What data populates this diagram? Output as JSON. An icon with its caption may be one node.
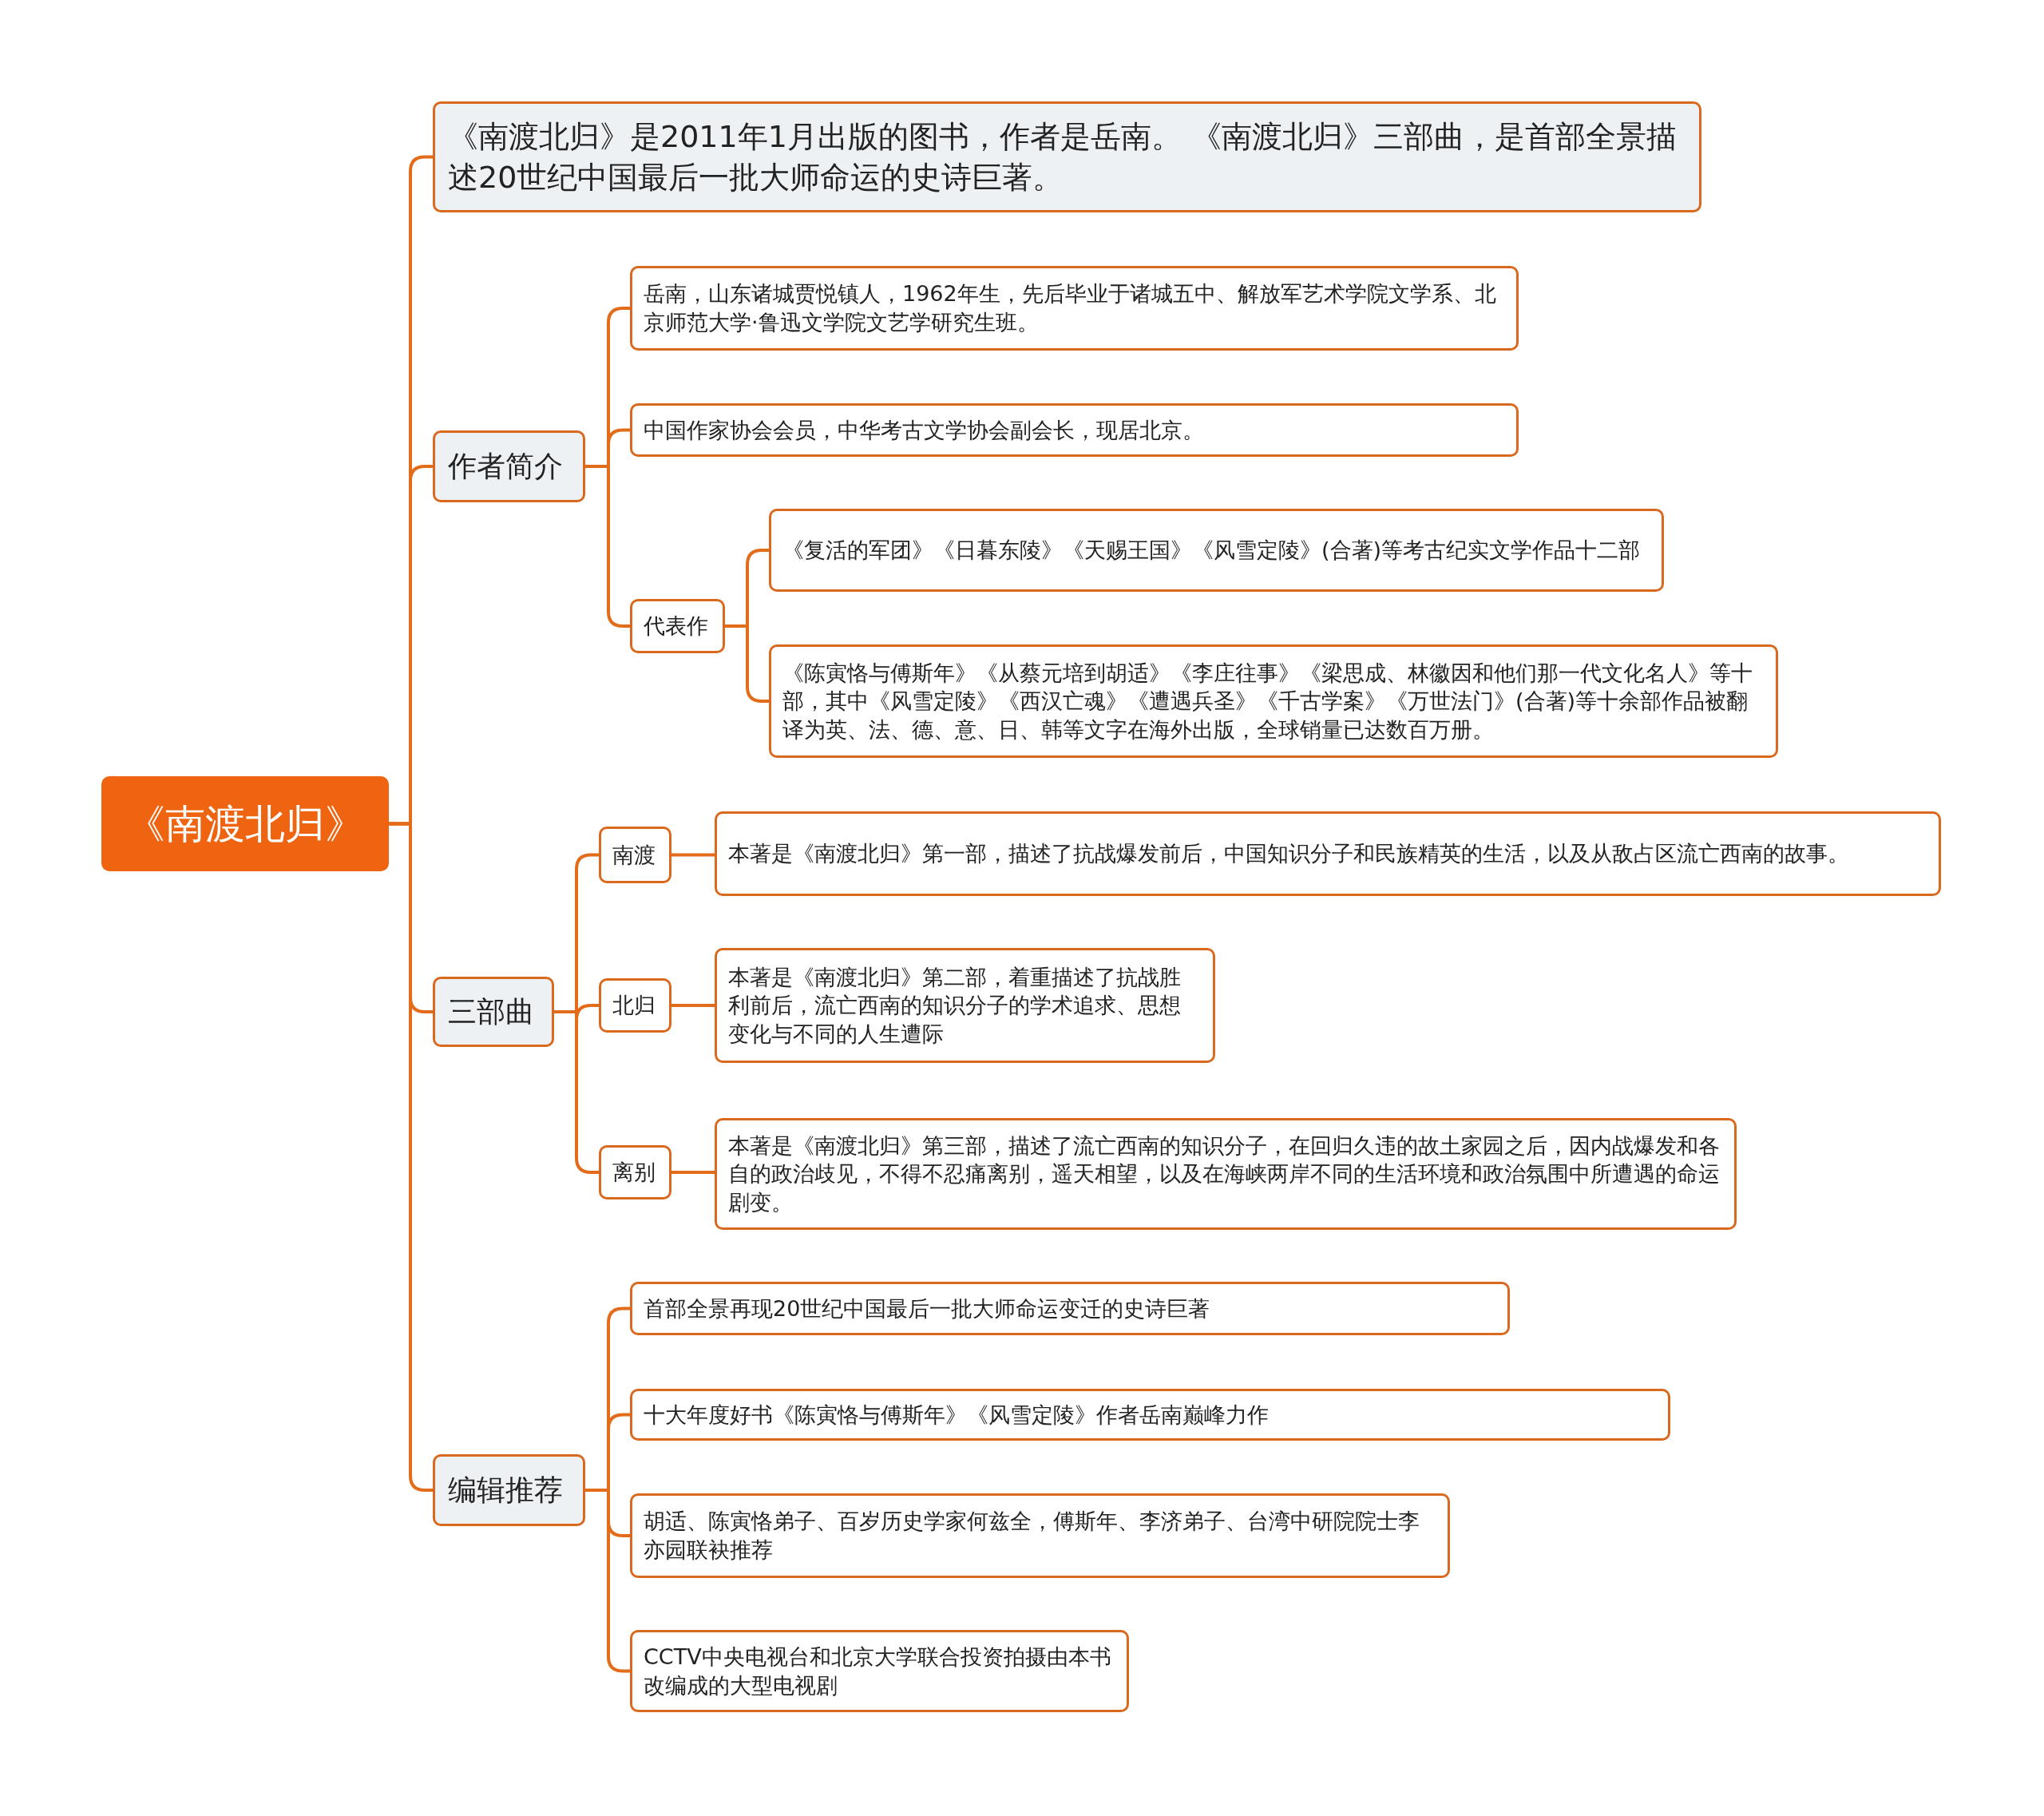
{
  "diagram": {
    "nodes": [
      {
        "text": [
          "《南渡北归》"
        ]
      },
      {
        "text": [
          "《南渡北归》是2011年1月出版的图书，作者是岳南。 《南渡北归》三部曲，是首部全景描述20世纪中国最后一批大师命运的史诗巨著。"
        ]
      },
      {
        "text": [
          "作者简介"
        ]
      },
      {
        "text": [
          "岳南，山东诸城贾悦镇人，1962年生，先后毕业于诸城五中、解放军艺术学院文学系、北京师范大学·鲁迅文学院文艺学研究生班。"
        ]
      },
      {
        "text": [
          "中国作家协会会员，中华考古文学协会副会长，现居北京。"
        ]
      },
      {
        "text": [
          "代表作"
        ]
      },
      {
        "text": [
          "《复活的军团》《日暮东陵》《天赐王国》《风雪定陵》(合著)等考古纪实文学作品十二部"
        ]
      },
      {
        "text": [
          "《陈寅恪与傅斯年》《从蔡元培到胡适》《李庄往事》《梁思成、林徽因和他们那一代文化名人》等十部，其中《风雪定陵》《西汉亡魂》《遭遇兵圣》《千古学案》《万世法门》(合著)等十余部作品被翻译为英、法、德、意、日、韩等文字在海外出版，全球销量已达数百万册。"
        ]
      },
      {
        "text": [
          "三部曲"
        ]
      },
      {
        "text": [
          "南渡"
        ]
      },
      {
        "text": [
          "本著是《南渡北归》第一部，描述了抗战爆发前后，中国知识分子和民族精英的生活，以及从敌占区流亡西南的故事。"
        ]
      },
      {
        "text": [
          "北归"
        ]
      },
      {
        "text": [
          "本著是《南渡北归》第二部，着重描述了抗战胜利前后，流亡西南的知识分子的学术追求、思想变化与不同的人生遭际"
        ]
      },
      {
        "text": [
          "离别"
        ]
      },
      {
        "text": [
          "本著是《南渡北归》第三部，描述了流亡西南的知识分子，在回归久违的故土家园之后，因内战爆发和各自的政治歧见，不得不忍痛离别，遥天相望，以及在海峡两岸不同的生活环境和政治氛围中所遭遇的命运剧变。"
        ]
      },
      {
        "text": [
          "编辑推荐"
        ]
      },
      {
        "text": [
          "首部全景再现20世纪中国最后一批大师命运变迁的史诗巨著"
        ]
      },
      {
        "text": [
          "十大年度好书《陈寅恪与傅斯年》《风雪定陵》作者岳南巅峰力作"
        ]
      },
      {
        "text": [
          "胡适、陈寅恪弟子、百岁历史学家何兹全，傅斯年、李济弟子、台湾中研院院士李亦园联袂推荐"
        ]
      },
      {
        "text": [
          "CCTV中央电视台和北京大学联合投资拍摄由本书改编成的大型电视剧"
        ]
      }
    ],
    "edges": [
      {
        "from": 0,
        "to": 1,
        "arrow": "none"
      },
      {
        "from": 0,
        "to": 2,
        "arrow": "none"
      },
      {
        "from": 2,
        "to": 3,
        "arrow": "none"
      },
      {
        "from": 2,
        "to": 4,
        "arrow": "none"
      },
      {
        "from": 2,
        "to": 5,
        "arrow": "none"
      },
      {
        "from": 5,
        "to": 6,
        "arrow": "none"
      },
      {
        "from": 5,
        "to": 7,
        "arrow": "none"
      },
      {
        "from": 0,
        "to": 8,
        "arrow": "none"
      },
      {
        "from": 8,
        "to": 9,
        "arrow": "none"
      },
      {
        "from": 9,
        "to": 10,
        "arrow": "none"
      },
      {
        "from": 8,
        "to": 11,
        "arrow": "none"
      },
      {
        "from": 11,
        "to": 12,
        "arrow": "none"
      },
      {
        "from": 8,
        "to": 13,
        "arrow": "none"
      },
      {
        "from": 13,
        "to": 14,
        "arrow": "none"
      },
      {
        "from": 0,
        "to": 15,
        "arrow": "none"
      },
      {
        "from": 15,
        "to": 16,
        "arrow": "none"
      },
      {
        "from": 15,
        "to": 17,
        "arrow": "none"
      },
      {
        "from": 15,
        "to": 18,
        "arrow": "none"
      },
      {
        "from": 15,
        "to": 19,
        "arrow": "none"
      }
    ]
  }
}
